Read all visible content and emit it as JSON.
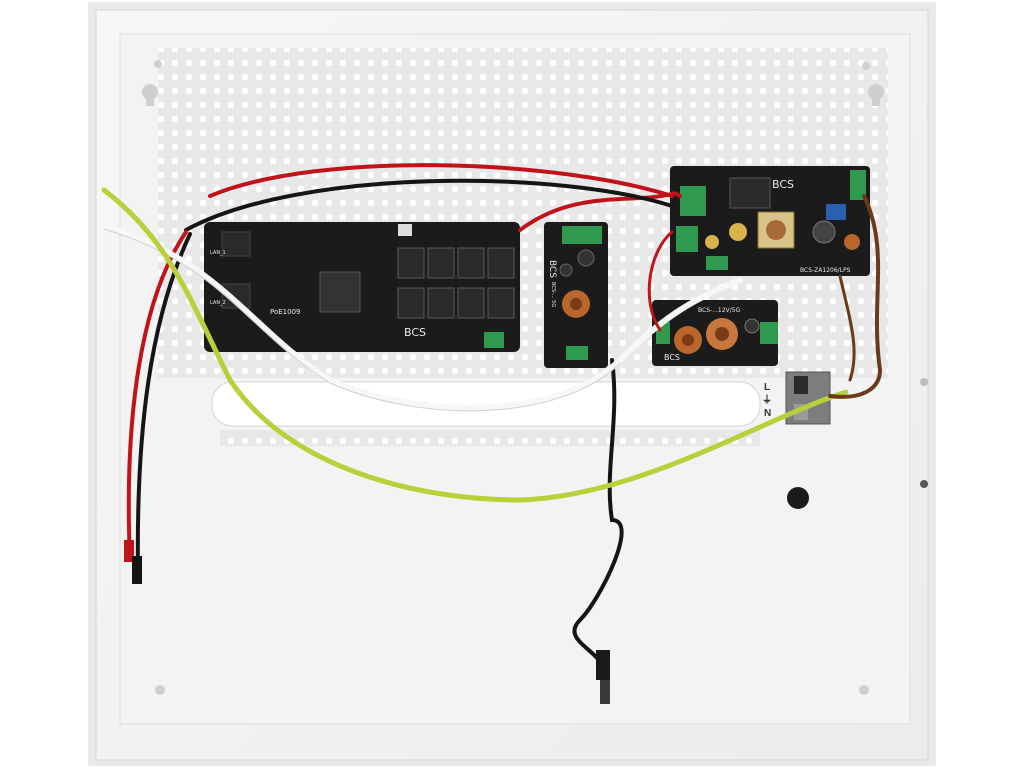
{
  "image": {
    "subject": "Wall-mount PSU enclosure with PoE switch and power supply modules",
    "colors": {
      "enclosure": "#f2f2f2",
      "enclosure_edge": "#d9d9d9",
      "pcb": "#1b1b1b",
      "terminal_green": "#2f9a4f",
      "wire_red": "#c0141b",
      "wire_black": "#151515",
      "wire_yellow_green": "#b8d03a",
      "wire_white": "#f7f7f7",
      "wire_brown": "#6b3a1a"
    }
  },
  "switch_board": {
    "brand": "BCS",
    "model": "PoE1009",
    "port_labels": [
      "LAN_1",
      "LAN_2"
    ]
  },
  "dc_converter_board": {
    "brand": "BCS",
    "model": "BCS-... 5G"
  },
  "psu_board": {
    "brand": "BCS",
    "model": "BCS-ZA1206/LPS"
  },
  "small_board": {
    "brand": "BCS",
    "model": "BCS-...12V/5G"
  },
  "mains_terminal": {
    "labels": [
      "L",
      "⏚",
      "N"
    ]
  }
}
